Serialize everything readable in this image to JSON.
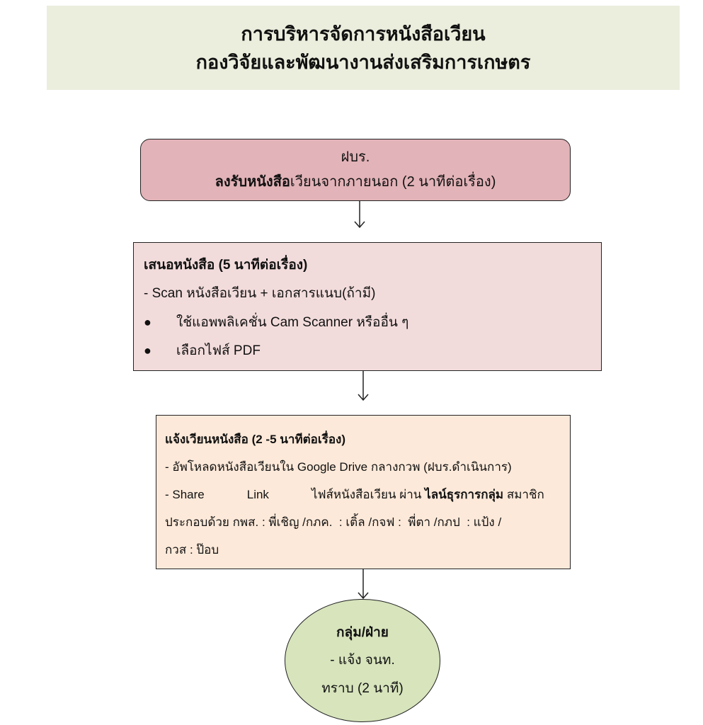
{
  "header": {
    "title": "การบริหารจัดการหนังสือเวียน",
    "subtitle": "กองวิจัยและพัฒนางานส่งเสริมการเกษตร"
  },
  "step1": {
    "unit": "ฝบร.",
    "action_bold": "ลงรับหนังสือ",
    "action_rest": "เวียนจากภายนอก (2 นาทีต่อเรื่อง)"
  },
  "step2": {
    "title": "เสนอหนังสือ (5 นาทีต่อเรื่อง)",
    "line1": "- Scan หนังสือเวียน + เอกสารแนบ(ถ้ามี)",
    "bullets": [
      "ใช้แอพพลิเคชั่น Cam Scanner หรืออื่น ๆ",
      "เลือกไฟส์ PDF"
    ]
  },
  "step3": {
    "title": "แจ้งเวียนหนังสือ (2 -5 นาทีต่อเรื่อง)",
    "line1": "- อัพโหลดหนังสือเวียนใน Google Drive กลางกวพ (ฝบร.ดำเนินการ)",
    "share": "- Share",
    "link": "Link",
    "line2_mid": "ไฟส์หนังสือเวียน ผ่าน ",
    "line2_bold": "ไลน์ธุรการกลุ่ม",
    "line2_end": " สมาชิก",
    "line3": "ประกอบด้วย กพส. : พี่เชิญ /กภค.  : เติ้ล /กจฟ :  พี่ตา /กภป  : แป้ง /",
    "line4": "กวส : ป๊อบ"
  },
  "step4": {
    "title": "กลุ่ม/ฝ่าย",
    "line1": "- แจ้ง จนท.",
    "line2": "ทราบ (2 นาที)"
  },
  "colors": {
    "header": "#ebeedd",
    "step1": "#e2b3b8",
    "step2": "#f2dcdb",
    "step3": "#fde9d9",
    "step4": "#d7e4bc"
  }
}
